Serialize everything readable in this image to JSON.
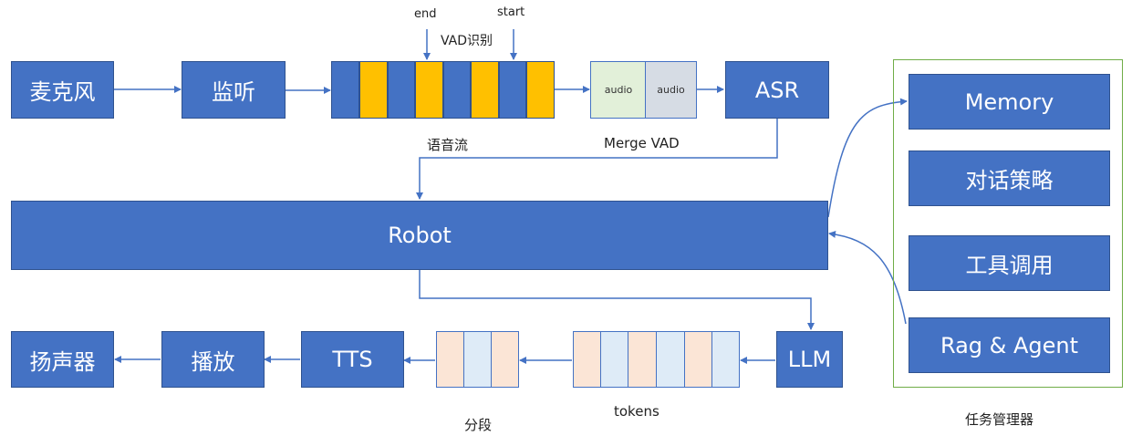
{
  "nodes": {
    "mic": "麦克风",
    "listen": "监听",
    "asr": "ASR",
    "robot": "Robot",
    "llm": "LLM",
    "tts": "TTS",
    "play": "播放",
    "speaker": "扬声器",
    "memory": "Memory",
    "dialog_policy": "对话策略",
    "tool_call": "工具调用",
    "rag_agent": "Rag & Agent"
  },
  "labels": {
    "end": "end",
    "start": "start",
    "vad": "VAD识别",
    "audio_stream": "语音流",
    "audio1": "audio",
    "audio2": "audio",
    "merge_vad": "Merge VAD",
    "tokens": "tokens",
    "segment": "分段",
    "task_manager": "任务管理器"
  },
  "colors": {
    "box_fill": "#4472c4",
    "vad_segment": "#ffc000",
    "token_peach": "#fbe5d6",
    "token_blue": "#deebf7",
    "audio_green": "#e2f0d9",
    "audio_gray": "#d6dce4",
    "frame_green": "#70ad47"
  }
}
